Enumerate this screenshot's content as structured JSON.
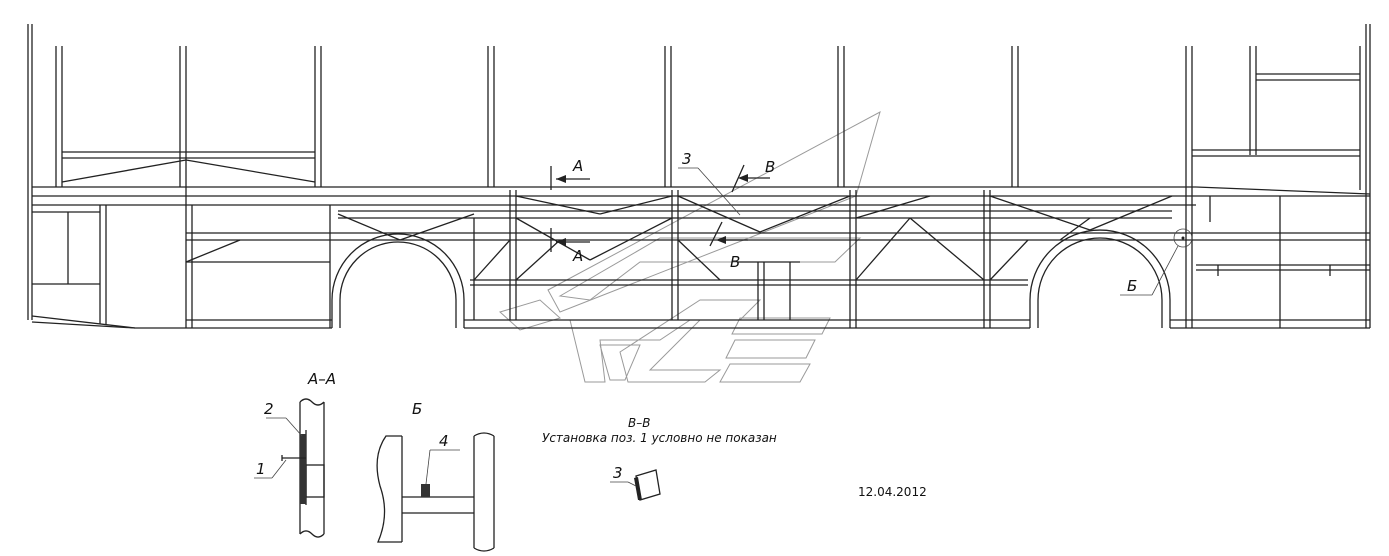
{
  "section_marks": {
    "a_top": "А",
    "a_bottom": "А",
    "v_top": "В",
    "v_bottom": "В",
    "b_callout": "Б",
    "pos3_main": "3"
  },
  "views": {
    "aa_title": "А–А",
    "aa_pos1": "1",
    "aa_pos2": "2",
    "b_title": "Б",
    "b_pos4": "4",
    "vv_title": "В–В",
    "vv_note": "Установка поз. 1 условно не показан",
    "vv_pos3": "3"
  },
  "date": "12.04.2012"
}
